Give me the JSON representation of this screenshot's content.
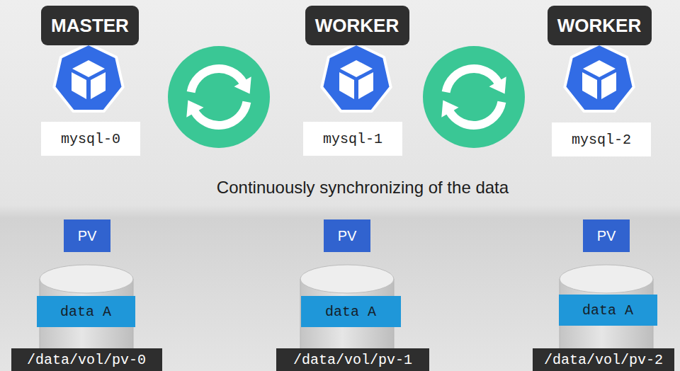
{
  "diagram": {
    "nodes": [
      {
        "text": [
          "MASTER"
        ]
      },
      {
        "text": [
          "WORKER"
        ]
      },
      {
        "text": [
          "WORKER"
        ]
      },
      {
        "text": [
          "mysql-0"
        ]
      },
      {
        "text": [
          "mysql-1"
        ]
      },
      {
        "text": [
          "mysql-2"
        ]
      },
      {
        "text": [
          "PV"
        ]
      },
      {
        "text": [
          "PV"
        ]
      },
      {
        "text": [
          "PV"
        ]
      },
      {
        "text": [
          "data A"
        ]
      },
      {
        "text": [
          "data A"
        ]
      },
      {
        "text": [
          "data A"
        ]
      },
      {
        "text": [
          "/data/vol/pv-0"
        ]
      },
      {
        "text": [
          "/data/vol/pv-1"
        ]
      },
      {
        "text": [
          "/data/vol/pv-2"
        ]
      }
    ],
    "labels": [
      "Continuously synchronizing of the data"
    ]
  }
}
